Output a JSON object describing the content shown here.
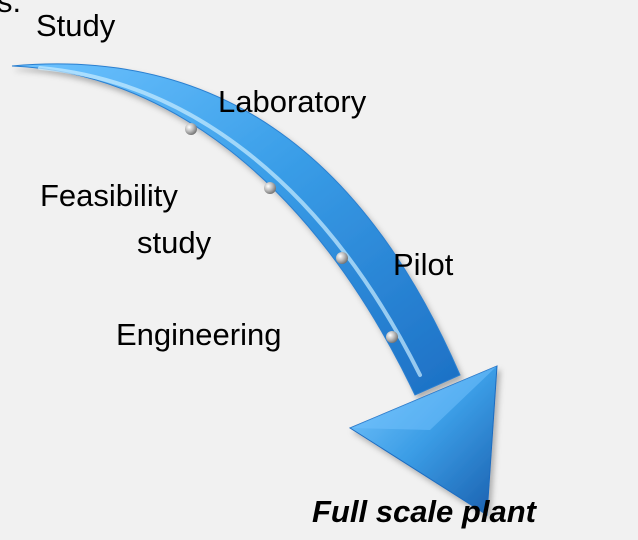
{
  "diagram": {
    "clipped_fragment": "s.",
    "stages": {
      "study": "Study",
      "laboratory": "Laboratory",
      "feasibility_line1": "Feasibility",
      "feasibility_line2": "study",
      "pilot": "Pilot",
      "engineering": "Engineering"
    },
    "final_stage": "Full scale plant"
  },
  "colors": {
    "background": "#f1f1f1",
    "arrow_light": "#8fd0ff",
    "arrow_mid": "#3a9ee8",
    "arrow_dark": "#1560b0",
    "bead": "#b7b7b7"
  }
}
